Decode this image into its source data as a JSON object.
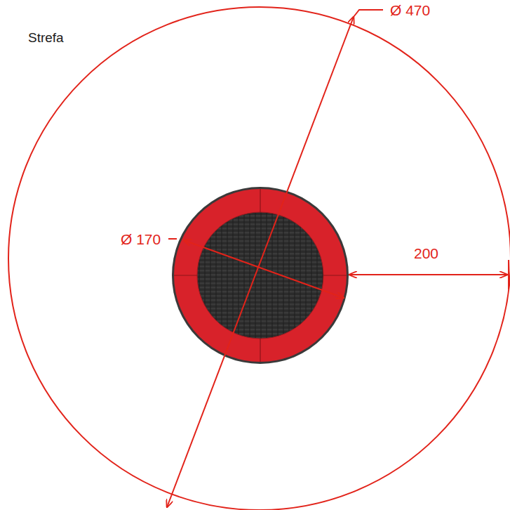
{
  "diagram": {
    "labels": [
      "Strefa",
      "Ø 470",
      "Ø 170",
      "200"
    ]
  }
}
